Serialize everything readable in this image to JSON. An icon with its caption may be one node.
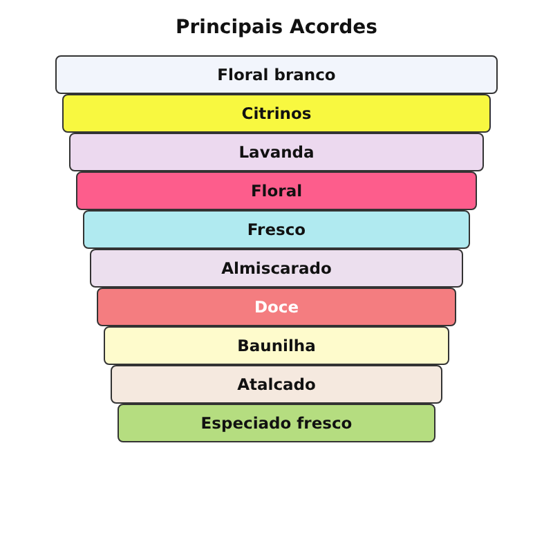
{
  "diagram": {
    "title": "Principais Acordes",
    "nodes": [
      {
        "text": [
          "Floral branco"
        ]
      },
      {
        "text": [
          "Citrinos"
        ]
      },
      {
        "text": [
          "Lavanda"
        ]
      },
      {
        "text": [
          "Floral"
        ]
      },
      {
        "text": [
          "Fresco"
        ]
      },
      {
        "text": [
          "Almiscarado"
        ]
      },
      {
        "text": [
          "Doce"
        ]
      },
      {
        "text": [
          "Baunilha"
        ]
      },
      {
        "text": [
          "Atalcado"
        ]
      },
      {
        "text": [
          "Especiado fresco"
        ]
      }
    ]
  }
}
